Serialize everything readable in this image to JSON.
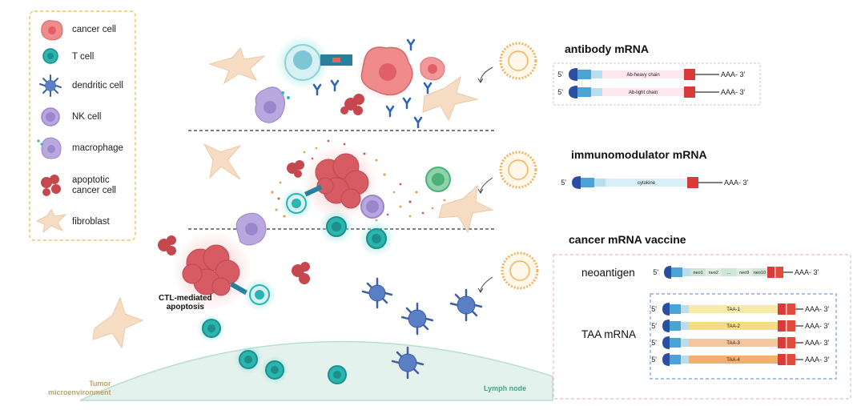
{
  "legend": {
    "items": [
      {
        "label": "cancer cell",
        "icon": "cancer-cell-icon"
      },
      {
        "label": "T cell",
        "icon": "t-cell-icon"
      },
      {
        "label": "dendritic cell",
        "icon": "dendritic-cell-icon"
      },
      {
        "label": "NK cell",
        "icon": "nk-cell-icon"
      },
      {
        "label": "macrophage",
        "icon": "macrophage-icon"
      },
      {
        "label": "apoptotic\ncancer cell",
        "icon": "apoptotic-cancer-cell-icon"
      },
      {
        "label": "fibroblast",
        "icon": "fibroblast-icon"
      }
    ]
  },
  "regions": {
    "tumor": "Tumor\nmicroenvironment",
    "lymph": "Lymph node"
  },
  "caption": "CTL-mediated\napoptosis",
  "panels": {
    "antibody": {
      "title": "antibody mRNA",
      "constructs": [
        {
          "five": "5'",
          "cds": "Ab-heavy chain",
          "three": "AAA- 3'"
        },
        {
          "five": "5'",
          "cds": "Ab-light chain",
          "three": "AAA- 3'"
        }
      ]
    },
    "immunomodulator": {
      "title": "immunomodulator mRNA",
      "construct": {
        "five": "5'",
        "cds": "cytokine",
        "three": "AAA- 3'"
      }
    },
    "vaccine": {
      "title": "cancer mRNA vaccine",
      "neoantigen": {
        "label": "neoantigen",
        "five": "5'",
        "segments": [
          "neo1",
          "neo2",
          "...",
          "neo9",
          "neo10"
        ],
        "three": "AAA- 3'"
      },
      "taa": {
        "label": "TAA mRNA",
        "constructs": [
          {
            "five": "5'",
            "cds": "TAA-1",
            "three": "AAA- 3'"
          },
          {
            "five": "5'",
            "cds": "TAA-2",
            "three": "AAA- 3'"
          },
          {
            "five": "5'",
            "cds": "TAA-3",
            "three": "AAA- 3'"
          },
          {
            "five": "5'",
            "cds": "TAA-4",
            "three": "AAA- 3'"
          }
        ]
      }
    }
  },
  "colors": {
    "cancer": "#e0646a",
    "tcell": "#2bb5b0",
    "dendritic": "#4a6fb8",
    "nk": "#9a86cc",
    "fibroblast": "#f5d9c0",
    "cap": "#2a4ea0",
    "utr": "#4aa3d6",
    "polyA": "#d93a3a",
    "legend_border": "#f0c060",
    "panel_border": "#f2b8c4",
    "taa_border": "#7a9ad8",
    "lymph": "#d6ede6",
    "taa_fills": [
      "#f7e9a8",
      "#f6dc84",
      "#f4c6a0",
      "#f2b070"
    ]
  }
}
